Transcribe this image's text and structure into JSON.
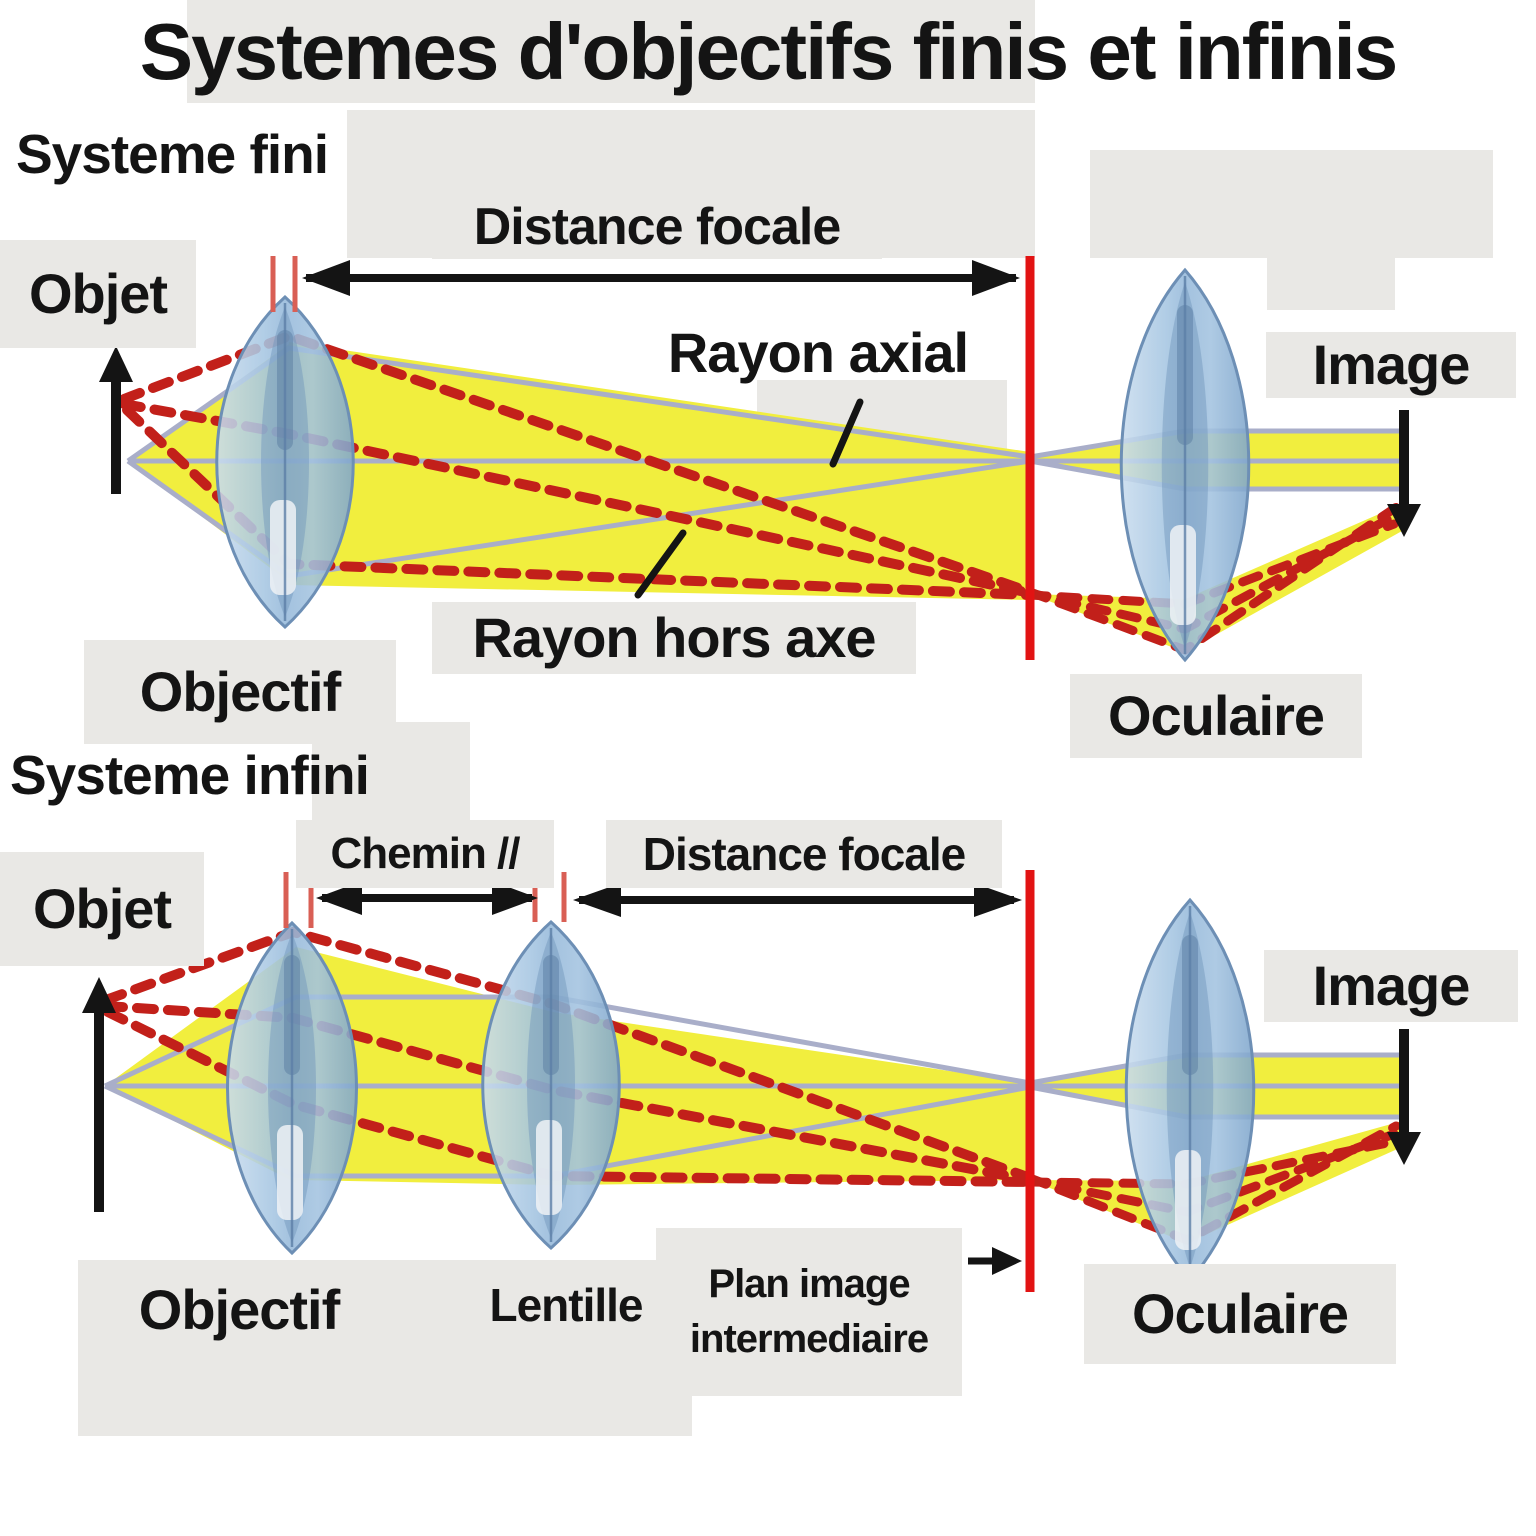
{
  "title": "Systemes d'objectifs finis et infinis",
  "finite": {
    "heading": "Systeme fini",
    "distance_focale": "Distance focale",
    "objet": "Objet",
    "rayon_axial": "Rayon axial",
    "rayon_hors_axe": "Rayon hors axe",
    "objectif": "Objectif",
    "oculaire": "Oculaire",
    "image": "Image"
  },
  "infinite": {
    "heading": "Systeme infini",
    "chemin": "Chemin //",
    "distance_focale": "Distance focale",
    "objet": "Objet",
    "objectif": "Objectif",
    "lentille": "Lentille",
    "plan_image_line1": "Plan image",
    "plan_image_line2": "intermediaire",
    "oculaire": "Oculaire",
    "image": "Image"
  },
  "colors": {
    "beam_yellow": "#f1ee3e",
    "ray_gray": "#a9aec9",
    "dash_red": "#c2201a",
    "plane_red": "#e21313",
    "tick_red": "#d95f55",
    "lens_blue": "#9dbfdd",
    "panel_gray": "#e9e8e5",
    "text_black": "#141414"
  }
}
